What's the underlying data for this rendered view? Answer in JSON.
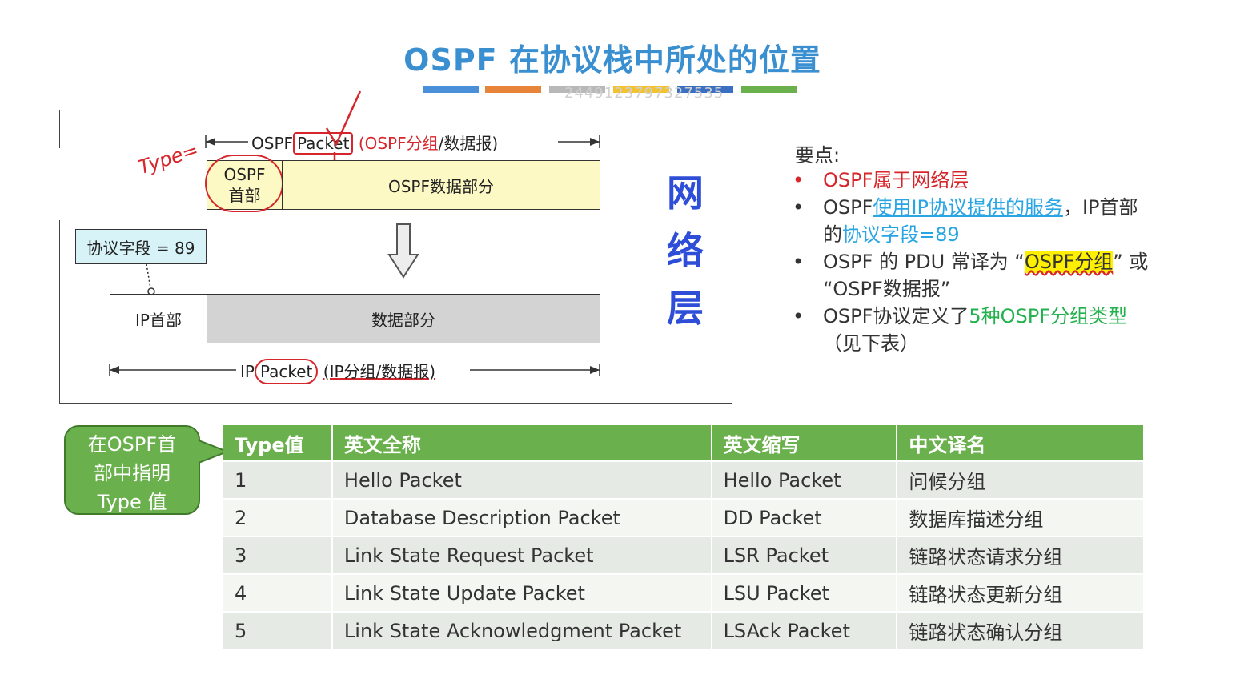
{
  "title": "OSPF 在协议栈中所处的位置",
  "title_bar_colors": [
    "#4a90d9",
    "#e8833a",
    "#b8b8b8",
    "#f2c230",
    "#3b6fc2",
    "#6ab04c"
  ],
  "watermark": "2449123797327535",
  "diagram": {
    "ospf_packet_prefix": "OSPF",
    "ospf_packet_word": "Packet",
    "ospf_packet_suffix_red": "(OSPF分组",
    "ospf_packet_suffix_rest": "/数据报)",
    "ospf_header": "OSPF\n首部",
    "ospf_header_l1": "OSPF",
    "ospf_header_l2": "首部",
    "ospf_data": "OSPF数据部分",
    "protocol_field": "协议字段 = 89",
    "ip_header": "IP首部",
    "ip_data": "数据部分",
    "ip_packet_prefix": "IP",
    "ip_packet_word": "Packet",
    "ip_packet_suffix": "(IP分组/数据报)",
    "handwritten": "Type="
  },
  "side_label": [
    "网",
    "络",
    "层"
  ],
  "points": {
    "heading": "要点:",
    "p1": "OSPF属于网络层",
    "p2_a": "OSPF",
    "p2_link": "使用IP协议提供的服务",
    "p2_b": "，IP首部",
    "p2_c": "的",
    "p2_d": "协议字段=89",
    "p3_a": "OSPF 的 PDU 常译为 “",
    "p3_hl": "OSPF分组",
    "p3_b": "” 或",
    "p3_c": "“OSPF数据报”",
    "p4_a": "OSPF协议定义了",
    "p4_g": "5种OSPF分组类型",
    "p4_c": "（见下表）"
  },
  "callout": [
    "在OSPF首",
    "部中指明",
    "Type 值"
  ],
  "table": {
    "headers": [
      "Type值",
      "英文全称",
      "英文缩写",
      "中文译名"
    ],
    "rows": [
      [
        "1",
        "Hello Packet",
        "Hello Packet",
        "问候分组"
      ],
      [
        "2",
        "Database Description Packet",
        "DD Packet",
        "数据库描述分组"
      ],
      [
        "3",
        "Link State Request Packet",
        "LSR Packet",
        "链路状态请求分组"
      ],
      [
        "4",
        "Link State Update Packet",
        "LSU Packet",
        "链路状态更新分组"
      ],
      [
        "5",
        "Link State Acknowledgment Packet",
        "LSAck Packet",
        "链路状态确认分组"
      ]
    ]
  }
}
